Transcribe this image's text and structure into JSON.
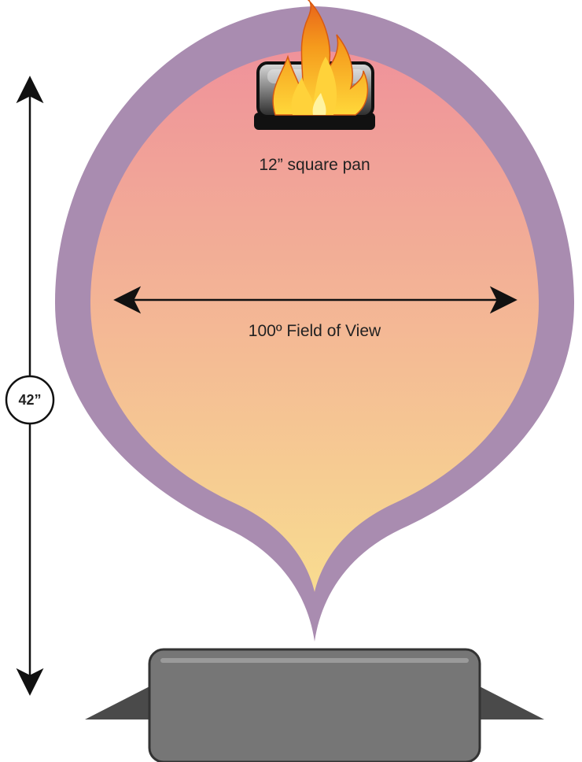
{
  "diagram": {
    "pan_label": "12” square pan",
    "field_of_view_label": "100º Field of View",
    "distance_label": "42”"
  },
  "colors": {
    "outer_field": "#a98cb0",
    "gradient_top": "#ef929a",
    "gradient_bottom": "#f8dc90",
    "device_body": "#767676",
    "device_bracket": "#4a4a4a",
    "arrow": "#111111",
    "flame_outer": "#f07a1a",
    "flame_inner": "#ffd23a"
  }
}
